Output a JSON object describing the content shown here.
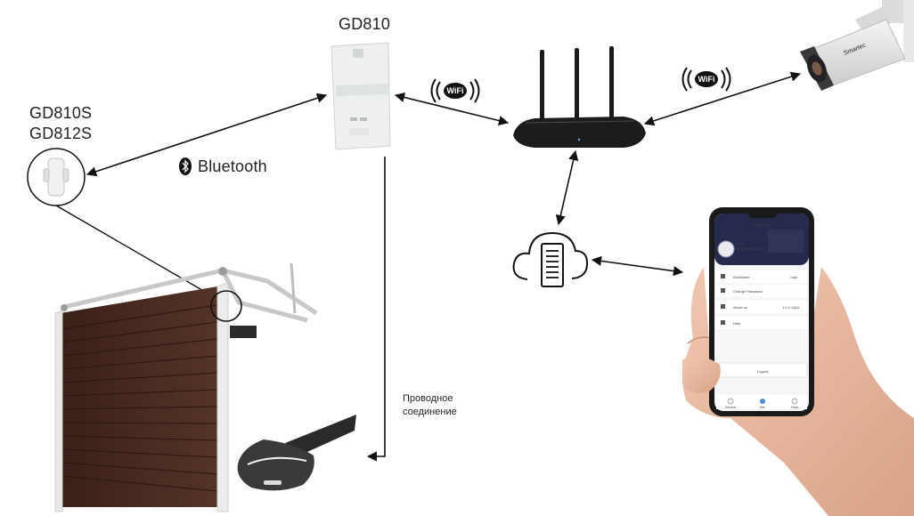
{
  "labels": {
    "gd810": "GD810",
    "gd810s": "GD810S",
    "gd812s": "GD812S",
    "bluetooth": "Bluetooth",
    "wired_line1": "Проводное",
    "wired_line2": "соединение"
  },
  "wifi_badge": "WiFi",
  "camera_brand": "Smartec",
  "phone": {
    "header": "User profile",
    "user_name": "mps",
    "user_email": "mk@fpsmouth.com",
    "menu": [
      {
        "label": "NickName",
        "value": "mps"
      },
      {
        "label": "Change Password",
        "value": ""
      },
      {
        "label": "About us",
        "value": "1.0.0 1454"
      },
      {
        "label": "Help",
        "value": ""
      }
    ],
    "logout": "Logout",
    "tabs": [
      "Device",
      "Me",
      "Help"
    ]
  },
  "icons": [
    "bluetooth-icon",
    "wifi-icon",
    "cloud-server-icon"
  ],
  "colors": {
    "line": "#111111",
    "door": "#4a2a20",
    "device": "#eef0ed",
    "router": "#1c1c1c",
    "phone_header": "#262a4c"
  }
}
